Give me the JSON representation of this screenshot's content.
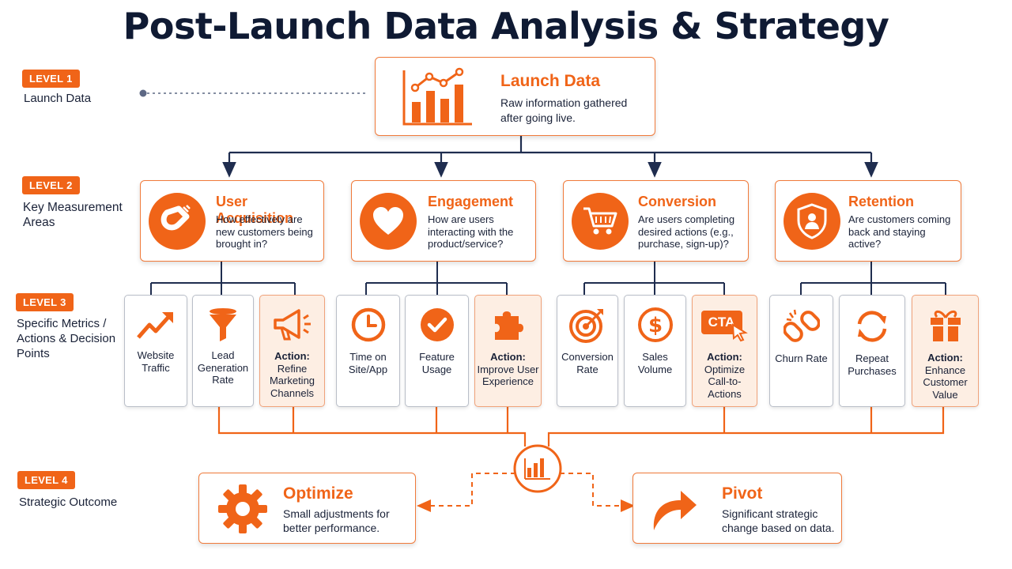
{
  "title": "Post-Launch Data Analysis & Strategy",
  "levels": [
    {
      "badge": "LEVEL 1",
      "label": "Launch Data"
    },
    {
      "badge": "LEVEL 2",
      "label": "Key Measurement Areas"
    },
    {
      "badge": "LEVEL 3",
      "label": "Specific Metrics / Actions & Decision Points"
    },
    {
      "badge": "LEVEL 4",
      "label": "Strategic Outcome"
    }
  ],
  "launch": {
    "title": "Launch Data",
    "desc": "Raw information gathered after going live.",
    "icon": "chart-trend-icon"
  },
  "areas": [
    {
      "title": "User Acquisition",
      "desc": "How effectively are new customers being brought in?",
      "icon": "magnet-icon"
    },
    {
      "title": "Engagement",
      "desc": "How are users interacting with the product/service?",
      "icon": "heart-icon"
    },
    {
      "title": "Conversion",
      "desc": "Are users completing desired actions (e.g., purchase, sign-up)?",
      "icon": "cart-icon"
    },
    {
      "title": "Retention",
      "desc": "Are customers coming back and staying active?",
      "icon": "shield-user-icon"
    }
  ],
  "metrics": [
    {
      "text": "Website Traffic",
      "icon": "trend-up-icon"
    },
    {
      "text": "Lead Generation Rate",
      "icon": "funnel-icon"
    },
    {
      "action_label": "Action:",
      "text": "Refine Marketing Channels",
      "icon": "megaphone-icon"
    },
    {
      "text": "Time on Site/App",
      "icon": "clock-icon"
    },
    {
      "text": "Feature Usage",
      "icon": "check-circle-icon"
    },
    {
      "action_label": "Action:",
      "text": "Improve User Experience",
      "icon": "puzzle-icon"
    },
    {
      "text": "Conversion Rate",
      "icon": "target-icon"
    },
    {
      "text": "Sales Volume",
      "icon": "dollar-icon"
    },
    {
      "action_label": "Action:",
      "text": "Optimize Call-to-Actions",
      "icon": "cta-icon",
      "icon_text": "CTA"
    },
    {
      "text": "Churn Rate",
      "icon": "broken-link-icon"
    },
    {
      "text": "Repeat Purchases",
      "icon": "refresh-icon"
    },
    {
      "action_label": "Action:",
      "text": "Enhance Customer Value",
      "icon": "gift-icon"
    }
  ],
  "outcomes": [
    {
      "title": "Optimize",
      "desc": "Small adjustments for better performance.",
      "icon": "gear-icon"
    },
    {
      "title": "Pivot",
      "desc": "Significant strategic change based on data.",
      "icon": "curved-arrow-icon"
    }
  ],
  "colors": {
    "accent": "#f06418",
    "navy": "#1f2d4f",
    "action_bg": "#fdeee3"
  }
}
